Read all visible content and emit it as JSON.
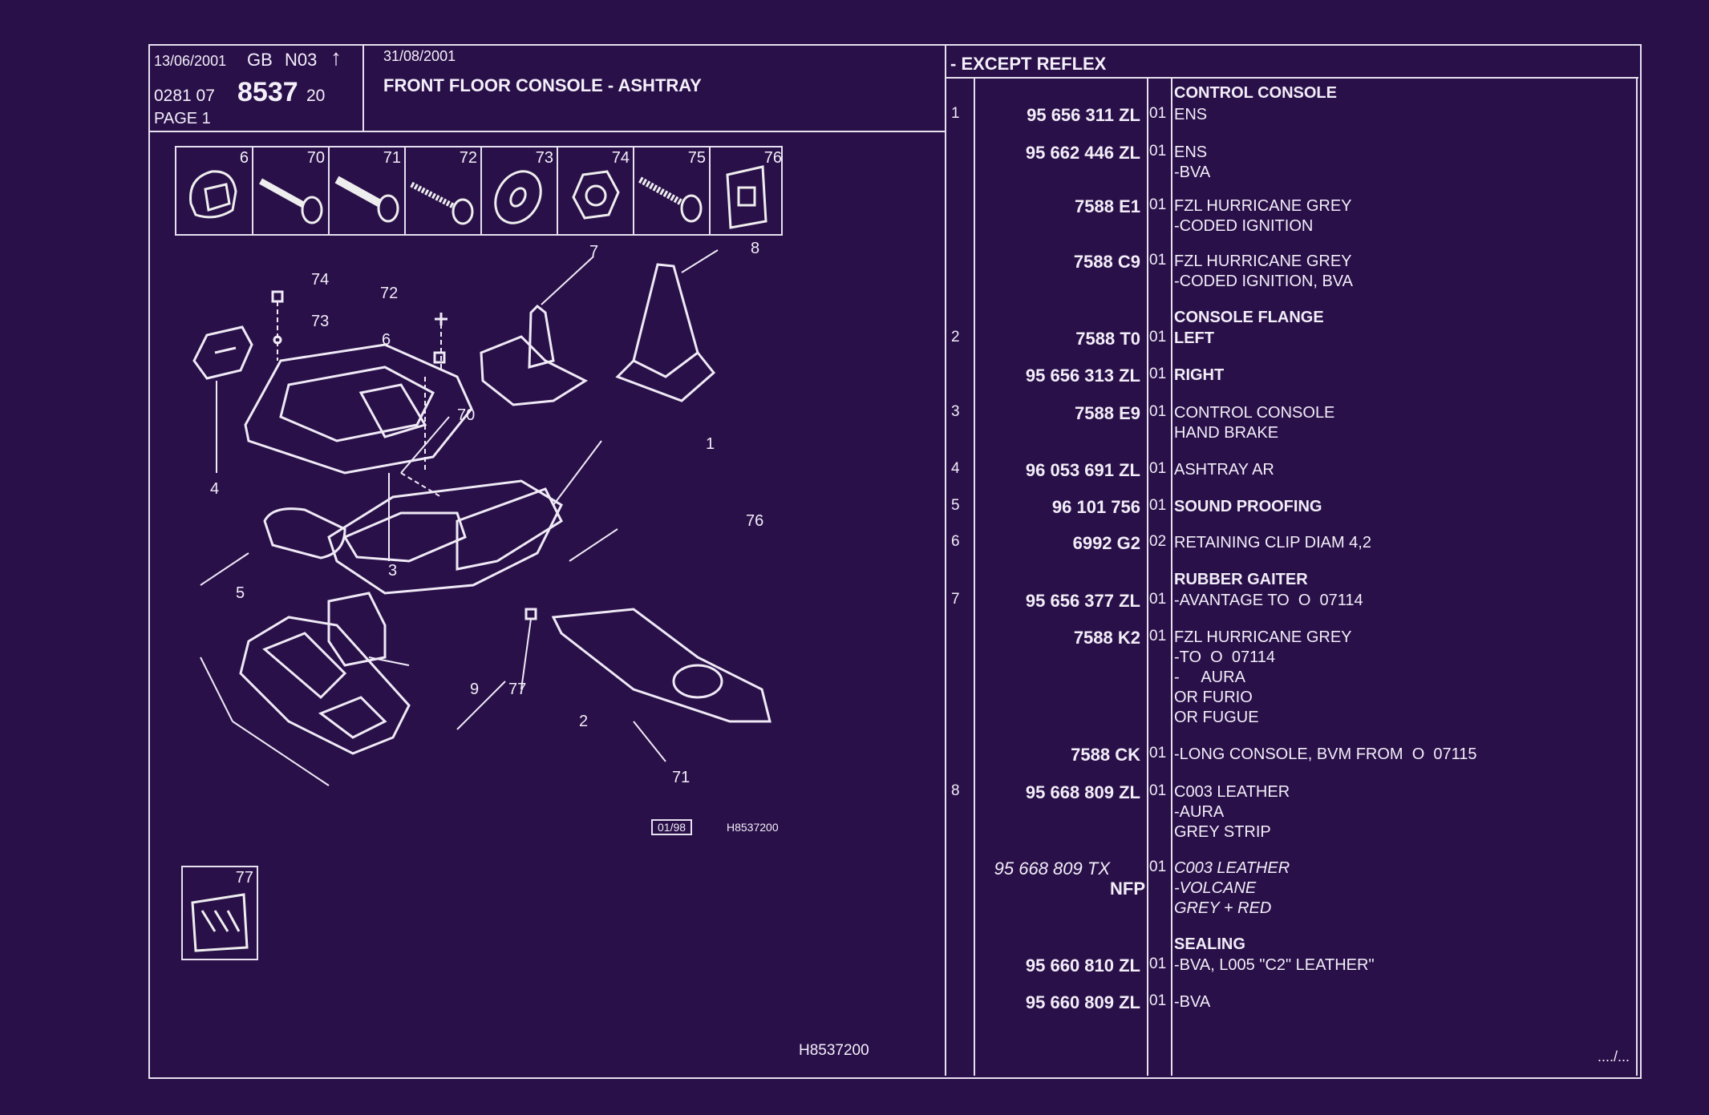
{
  "header": {
    "date_left": "13/06/2001",
    "lang": "GB",
    "sheet": "N03",
    "arrow": "↑",
    "code_prefix": "0281 07",
    "code_main": "8537",
    "code_suffix": "20",
    "page": "PAGE 1",
    "date_right": "31/08/2001",
    "title": "FRONT FLOOR CONSOLE - ASHTRAY",
    "except": "- EXCEPT REFLEX"
  },
  "thumbs": [
    "6",
    "70",
    "71",
    "72",
    "73",
    "74",
    "75",
    "76"
  ],
  "thumb_77": "77",
  "diagram": {
    "callouts": [
      "74",
      "73",
      "72",
      "6",
      "7",
      "8",
      "4",
      "70",
      "1",
      "76",
      "3",
      "5",
      "9",
      "77",
      "2",
      "71"
    ],
    "stamp": "01/98",
    "ref_small": "H8537200"
  },
  "footer_ref": "H8537200",
  "continued": "..../...",
  "parts": [
    {
      "num": "",
      "ref": "",
      "qty": "",
      "desc": "CONTROL CONSOLE"
    },
    {
      "num": "1",
      "ref": "95 656 311 ZL",
      "qty": "01",
      "desc": "ENS"
    },
    {
      "num": "",
      "ref": "95 662 446 ZL",
      "qty": "01",
      "desc": "ENS\n-BVA"
    },
    {
      "num": "",
      "ref": "7588 E1",
      "qty": "01",
      "desc": "FZL HURRICANE GREY\n-CODED IGNITION"
    },
    {
      "num": "",
      "ref": "7588 C9",
      "qty": "01",
      "desc": "FZL HURRICANE GREY\n-CODED IGNITION, BVA"
    },
    {
      "num": "",
      "ref": "",
      "qty": "",
      "desc": "CONSOLE FLANGE"
    },
    {
      "num": "2",
      "ref": "7588 T0",
      "qty": "01",
      "desc": "LEFT"
    },
    {
      "num": "",
      "ref": "95 656 313 ZL",
      "qty": "01",
      "desc": "RIGHT"
    },
    {
      "num": "3",
      "ref": "7588 E9",
      "qty": "01",
      "desc": "CONTROL CONSOLE\nHAND BRAKE"
    },
    {
      "num": "4",
      "ref": "96 053 691 ZL",
      "qty": "01",
      "desc": "ASHTRAY AR"
    },
    {
      "num": "5",
      "ref": "96 101 756",
      "qty": "01",
      "desc": "SOUND PROOFING"
    },
    {
      "num": "6",
      "ref": "6992 G2",
      "qty": "02",
      "desc": "RETAINING CLIP DIAM 4,2"
    },
    {
      "num": "",
      "ref": "",
      "qty": "",
      "desc": "RUBBER GAITER"
    },
    {
      "num": "7",
      "ref": "95 656 377 ZL",
      "qty": "01",
      "desc": "-AVANTAGE TO  O  07114"
    },
    {
      "num": "",
      "ref": "7588 K2",
      "qty": "01",
      "desc": "FZL HURRICANE GREY\n-TO  O  07114\n-     AURA\nOR FURIO\nOR FUGUE"
    },
    {
      "num": "",
      "ref": "7588 CK",
      "qty": "01",
      "desc": "-LONG CONSOLE, BVM FROM  O  07115"
    },
    {
      "num": "8",
      "ref": "95 668 809 ZL",
      "qty": "01",
      "desc": "C003 LEATHER\n-AURA\nGREY STRIP"
    },
    {
      "num": "",
      "ref": "95 668 809 TX",
      "ref2": "NFP",
      "qty": "01",
      "desc": "C003 LEATHER\n-VOLCANE\nGREY + RED"
    },
    {
      "num": "",
      "ref": "",
      "qty": "",
      "desc": "SEALING"
    },
    {
      "num": "",
      "ref": "95 660 810 ZL",
      "qty": "01",
      "desc": "-BVA, L005 \"C2\" LEATHER\""
    },
    {
      "num": "",
      "ref": "95 660 809 ZL",
      "qty": "01",
      "desc": "-BVA"
    }
  ],
  "colors": {
    "background": "#2a1049",
    "ink": "#f2eef8"
  }
}
